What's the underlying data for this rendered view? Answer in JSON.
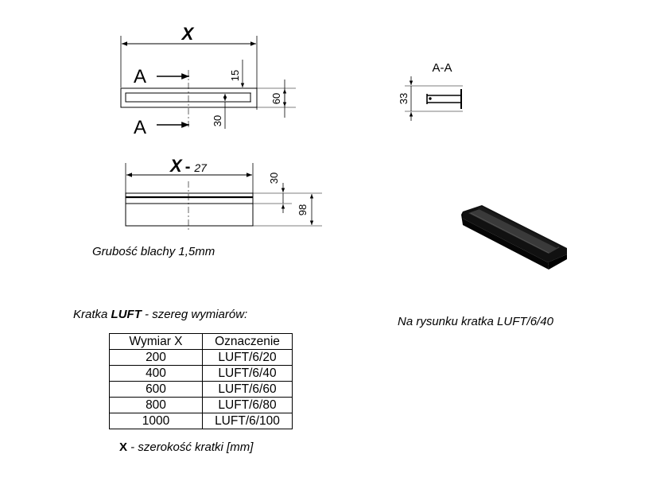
{
  "drawing": {
    "top_view": {
      "width_label": "X",
      "section_label_top": "A",
      "section_label_bottom": "A",
      "dim_15": "15",
      "dim_30": "30",
      "dim_60": "60"
    },
    "section_view": {
      "title": "A-A",
      "dim_33": "33"
    },
    "front_view": {
      "width_label_x": "X",
      "width_label_dash": "-",
      "width_label_num": "27",
      "dim_30": "30",
      "dim_98": "98"
    }
  },
  "captions": {
    "sheet_thickness": "Grubość blachy 1,5mm",
    "series_prefix": "Kratka ",
    "series_name": "LUFT",
    "series_suffix": " - szereg wymiarów:",
    "picture_caption": "Na rysunku kratka LUFT/6/40",
    "footnote_x": "X",
    "footnote_text": " - szerokość kratki [mm]"
  },
  "table": {
    "headers": [
      "Wymiar X",
      "Oznaczenie"
    ],
    "rows": [
      [
        "200",
        "LUFT/6/20"
      ],
      [
        "400",
        "LUFT/6/40"
      ],
      [
        "600",
        "LUFT/6/60"
      ],
      [
        "800",
        "LUFT/6/80"
      ],
      [
        "1000",
        "LUFT/6/100"
      ]
    ]
  }
}
